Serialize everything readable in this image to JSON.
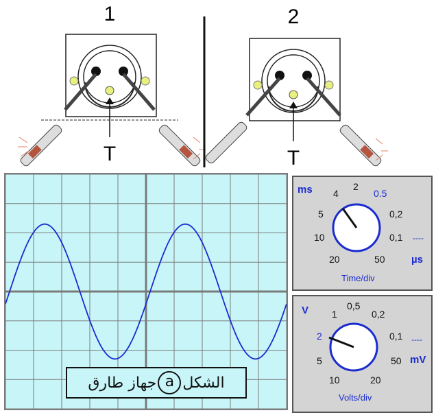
{
  "probes": {
    "setup1_label": "1",
    "setup2_label": "2",
    "terminal1_label": "T",
    "terminal2_label": "T"
  },
  "caption": {
    "text_before": "الشكل",
    "marker": "a",
    "text_after": "جهاز طارق"
  },
  "time_knob": {
    "unit_ms": "ms",
    "unit_us": "µs",
    "axis_label": "Time/div",
    "ticks": [
      "4",
      "2",
      "0.5",
      "5",
      "0,2",
      "10",
      "0,1",
      "20",
      "50"
    ],
    "dash": "----",
    "setting": "4"
  },
  "volt_knob": {
    "unit_v": "V",
    "unit_mv": "mV",
    "axis_label": "Volts/div",
    "ticks": [
      "1",
      "0,5",
      "0,2",
      "2",
      "0,1",
      "5",
      "50",
      "10",
      "20"
    ],
    "dash": "----",
    "setting": "2"
  },
  "colors": {
    "screen": "#c8f5f8",
    "trace": "#1a2bd0",
    "grid": "#7a7a7a",
    "panel": "#d4d4d4"
  }
}
